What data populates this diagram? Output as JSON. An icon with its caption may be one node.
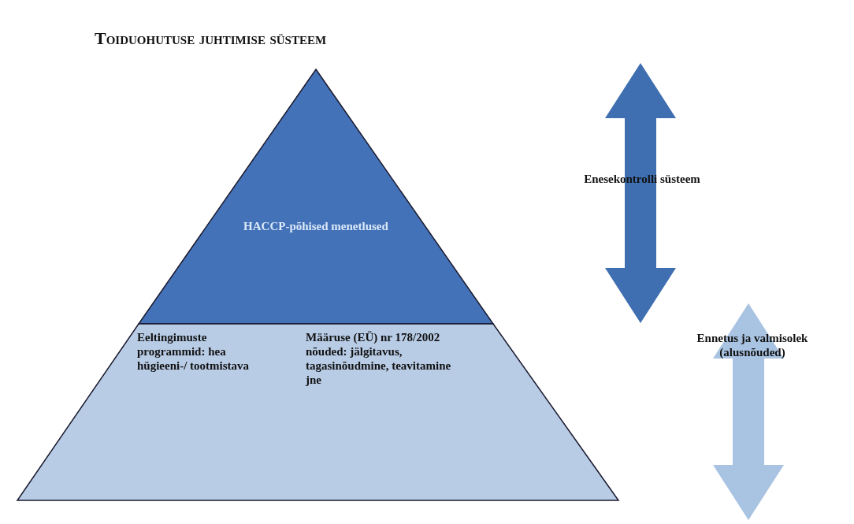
{
  "diagram": {
    "title": "Toiduohutuse juhtimise süsteem",
    "nodes": [
      {
        "text": [
          "HACCP-põhised menetlused"
        ]
      },
      {
        "text": [
          "Eeltingimuste programmid: hea hügieeni-/ tootmistava",
          "Määruse (EÜ) nr 178/2002 nõuded: jälgitavus, tagasinõudmine, teavitamine jne"
        ]
      }
    ],
    "labels": [
      "Enesekontrolli süsteem",
      "Ennetus ja valmisolek (alusnõuded)"
    ]
  }
}
